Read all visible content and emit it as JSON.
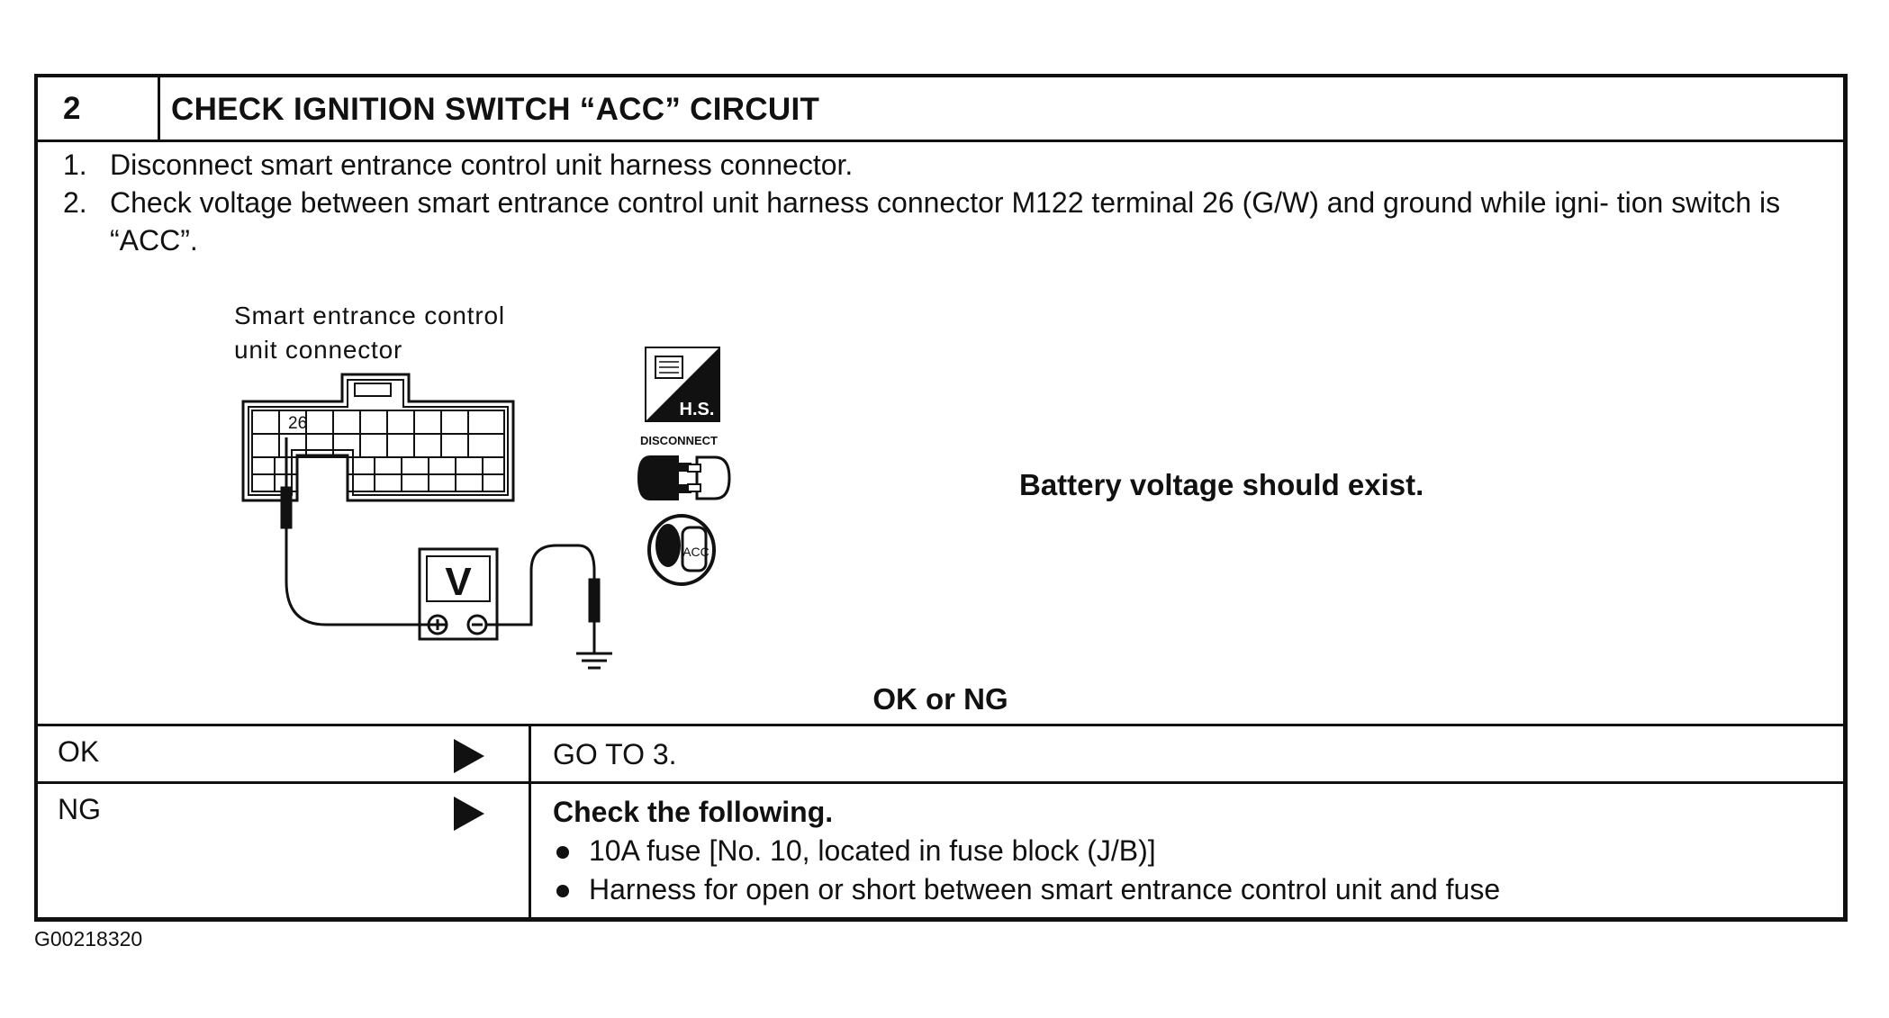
{
  "step": {
    "number": "2",
    "title": "CHECK IGNITION SWITCH “ACC” CIRCUIT"
  },
  "instructions": [
    {
      "num": "1.",
      "text": "Disconnect smart entrance control unit harness connector."
    },
    {
      "num": "2.",
      "text": "Check voltage between smart entrance control unit harness connector M122 terminal 26 (G/W) and ground while igni- tion switch is “ACC”."
    }
  ],
  "diagram": {
    "connector_label_line1": "Smart entrance control",
    "connector_label_line2": "unit connector",
    "terminal": "26",
    "meter_symbol": "V",
    "icon_hs_text": "H.S.",
    "icon_disconnect_text": "DISCONNECT",
    "icon_key_text": "ACC"
  },
  "result_text": "Battery voltage should exist.",
  "ok_or_ng": "OK or NG",
  "outcomes": {
    "ok": {
      "label": "OK",
      "action": "GO TO 3."
    },
    "ng": {
      "label": "NG",
      "heading": "Check the following.",
      "items": [
        "10A fuse [No. 10, located in fuse block (J/B)]",
        "Harness for open or short between smart entrance control unit and fuse"
      ]
    }
  },
  "figure_id": "G00218320"
}
